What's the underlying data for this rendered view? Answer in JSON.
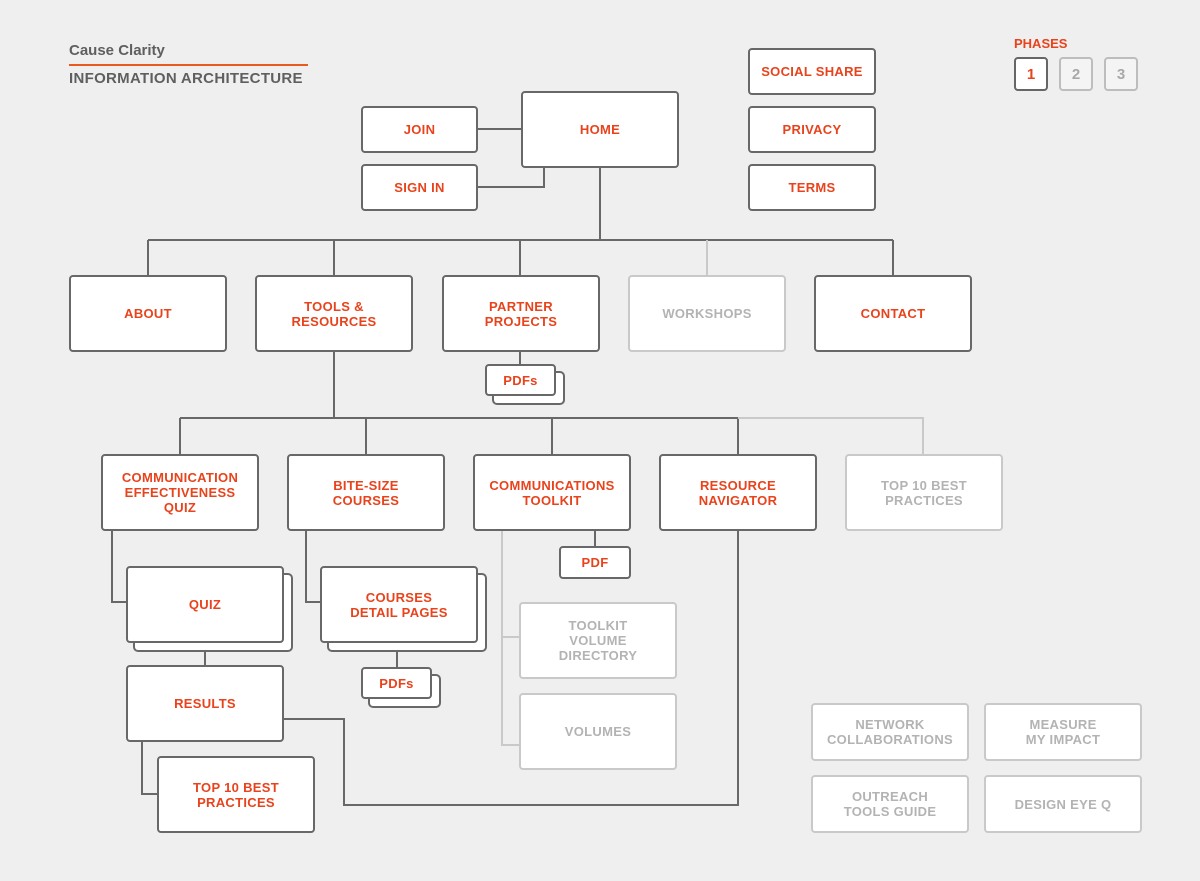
{
  "header": {
    "brand": "Cause Clarity",
    "subtitle": "INFORMATION ARCHITECTURE"
  },
  "phases": {
    "label": "PHASES",
    "items": [
      "1",
      "2",
      "3"
    ],
    "active": "1"
  },
  "colors": {
    "accent": "#e8431c",
    "line": "#686868",
    "dim": "#c9c9c9",
    "background": "#efefef"
  },
  "nodes": {
    "join": "JOIN",
    "home": "HOME",
    "sign_in": "SIGN IN",
    "social_share": "SOCIAL SHARE",
    "privacy": "PRIVACY",
    "terms": "TERMS",
    "about": "ABOUT",
    "tools_resources": "TOOLS &\nRESOURCES",
    "partner_projects": "PARTNER\nPROJECTS",
    "workshops": "WORKSHOPS",
    "contact": "CONTACT",
    "partner_pdfs": "PDFs",
    "comm_quiz": "COMMUNICATION\nEFFECTIVENESS\nQUIZ",
    "bite_size": "BITE-SIZE\nCOURSES",
    "comm_toolkit": "COMMUNICATIONS\nTOOLKIT",
    "resource_navigator": "RESOURCE\nNAVIGATOR",
    "top10_dim": "TOP 10 BEST\nPRACTICES",
    "quiz": "QUIZ",
    "courses_detail": "COURSES\nDETAIL PAGES",
    "toolkit_pdf": "PDF",
    "toolkit_volume_directory": "TOOLKIT\nVOLUME\nDIRECTORY",
    "course_pdfs": "PDFs",
    "results": "RESULTS",
    "volumes": "VOLUMES",
    "top10": "TOP 10 BEST\nPRACTICES",
    "network_collab": "NETWORK\nCOLLABORATIONS",
    "measure_impact": "MEASURE\nMY IMPACT",
    "outreach_tools": "OUTREACH\nTOOLS GUIDE",
    "design_eye_q": "DESIGN EYE Q"
  }
}
